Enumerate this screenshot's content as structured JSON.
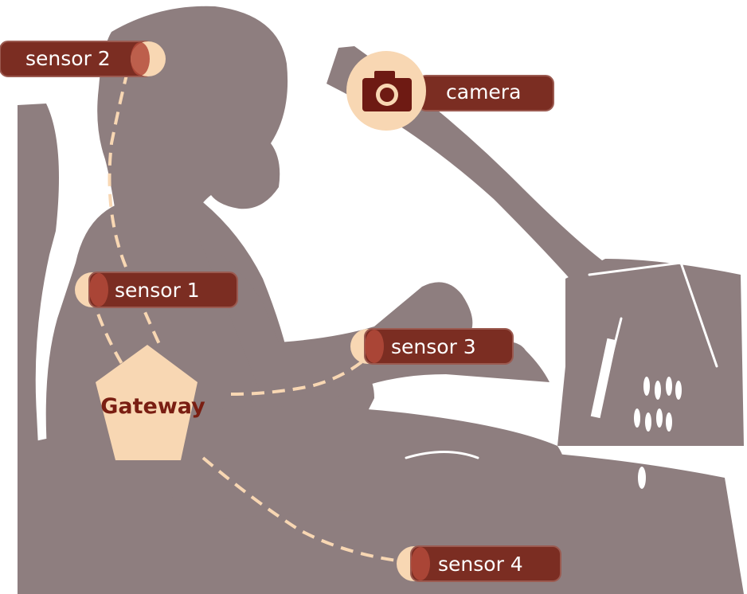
{
  "colors": {
    "silhouette": "#8e7e7f",
    "accent_light": "#f8d7b3",
    "label_fill": "#7b2d22",
    "label_border": "#9b5a50",
    "gateway_text": "#7a1e12",
    "camera_body": "#6e1a13",
    "link_dash": "#f8d7b3"
  },
  "nodes": {
    "gateway": {
      "label": "Gateway",
      "shape": "pentagon"
    },
    "camera": {
      "label": "camera",
      "icon": "camera-icon"
    },
    "sensor1": {
      "label": "sensor 1"
    },
    "sensor2": {
      "label": "sensor 2"
    },
    "sensor3": {
      "label": "sensor 3"
    },
    "sensor4": {
      "label": "sensor 4"
    }
  },
  "links": [
    {
      "from": "gateway",
      "to": "sensor1",
      "style": "dashed"
    },
    {
      "from": "gateway",
      "to": "sensor2",
      "style": "dashed"
    },
    {
      "from": "gateway",
      "to": "sensor3",
      "style": "dashed"
    },
    {
      "from": "gateway",
      "to": "sensor4",
      "style": "dashed"
    }
  ]
}
